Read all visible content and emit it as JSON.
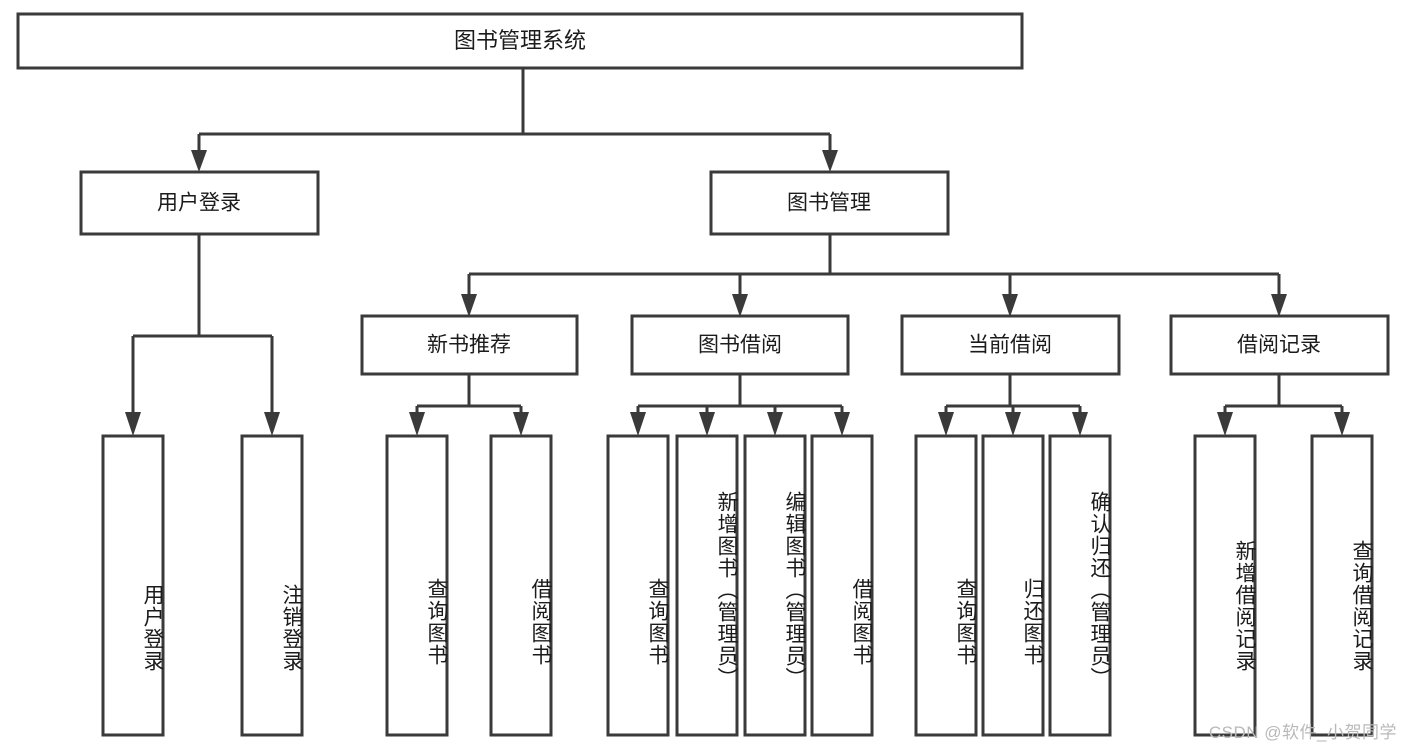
{
  "diagram": {
    "type": "tree-hierarchy-chart",
    "title": "图书管理系统",
    "watermark": "CSDN @软件_小贺同学",
    "colors": {
      "box_stroke": "#3a3a3a",
      "box_fill": "#ffffff",
      "text": "#1b1b1b",
      "background": "#ffffff",
      "watermark": "#b9b9b9"
    },
    "root": {
      "label": "图书管理系统",
      "children": [
        {
          "label": "用户登录",
          "children": [
            {
              "label": "用户登录"
            },
            {
              "label": "注销登录"
            }
          ]
        },
        {
          "label": "图书管理",
          "children": [
            {
              "label": "新书推荐",
              "children": [
                {
                  "label": "查询图书"
                },
                {
                  "label": "借阅图书"
                }
              ]
            },
            {
              "label": "图书借阅",
              "children": [
                {
                  "label": "查询图书"
                },
                {
                  "label": "新增图书（管理员）"
                },
                {
                  "label": "编辑图书（管理员）"
                },
                {
                  "label": "借阅图书"
                }
              ]
            },
            {
              "label": "当前借阅",
              "children": [
                {
                  "label": "查询图书"
                },
                {
                  "label": "归还图书"
                },
                {
                  "label": "确认归还（管理员）"
                }
              ]
            },
            {
              "label": "借阅记录",
              "children": [
                {
                  "label": "新增借阅记录"
                },
                {
                  "label": "查询借阅记录"
                }
              ]
            }
          ]
        }
      ]
    },
    "nodes": {
      "root": "图书管理系统",
      "l2_user_login": "用户登录",
      "l2_book_manage": "图书管理",
      "l3_new_book_rec": "新书推荐",
      "l3_book_borrow": "图书借阅",
      "l3_current_borrow": "当前借阅",
      "l3_borrow_record": "借阅记录",
      "leaf_user_login": "用户登录",
      "leaf_logout": "注销登录",
      "leaf_query_book_a": "查询图书",
      "leaf_borrow_book_a": "借阅图书",
      "leaf_query_book_b": "查询图书",
      "leaf_add_book_admin": "新增图书（管理员）",
      "leaf_edit_book_admin": "编辑图书（管理员）",
      "leaf_borrow_book_b": "借阅图书",
      "leaf_query_book_c": "查询图书",
      "leaf_return_book": "归还图书",
      "leaf_confirm_return_admin": "确认归还（管理员）",
      "leaf_add_borrow_record": "新增借阅记录",
      "leaf_query_borrow_record": "查询借阅记录"
    }
  }
}
